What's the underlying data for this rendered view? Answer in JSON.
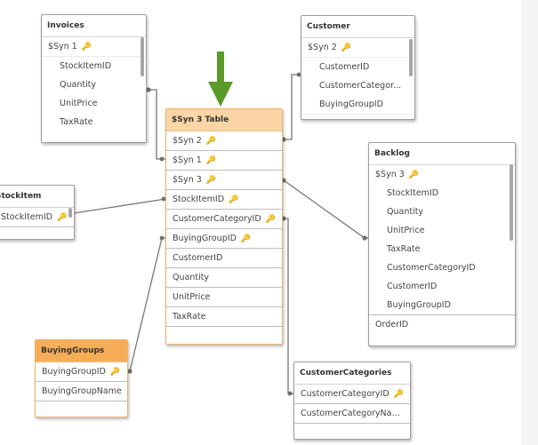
{
  "colors": {
    "accent_arrow": "#5a9a2a",
    "link_line": "#767676",
    "selected_header": "#f6ad57",
    "associated_header": "#fbd5a5"
  },
  "key_glyph": "🔑",
  "tables": {
    "invoices": {
      "title": "Invoices",
      "fields": [
        "$Syn 1",
        "StockItemID",
        "Quantity",
        "UnitPrice",
        "TaxRate"
      ]
    },
    "customer": {
      "title": "Customer",
      "fields": [
        "$Syn 2",
        "CustomerID",
        "CustomerCategor...",
        "BuyingGroupID"
      ]
    },
    "syn3": {
      "title": "$Syn 3 Table",
      "fields": [
        "$Syn 2",
        "$Syn 1",
        "$Syn 3",
        "StockItemID",
        "CustomerCategoryID",
        "BuyingGroupID",
        "CustomerID",
        "Quantity",
        "UnitPrice",
        "TaxRate"
      ]
    },
    "backlog": {
      "title": "Backlog",
      "fields": [
        "$Syn 3",
        "StockItemID",
        "Quantity",
        "UnitPrice",
        "TaxRate",
        "CustomerCategoryID",
        "CustomerID",
        "BuyingGroupID",
        "OrderID"
      ]
    },
    "stockitem": {
      "title": "StockItem",
      "fields": [
        "StockItemID"
      ]
    },
    "buyinggroups": {
      "title": "BuyingGroups",
      "fields": [
        "BuyingGroupID",
        "BuyingGroupName"
      ]
    },
    "customercategories": {
      "title": "CustomerCategories",
      "fields": [
        "CustomerCategoryID",
        "CustomerCategoryName"
      ]
    }
  }
}
